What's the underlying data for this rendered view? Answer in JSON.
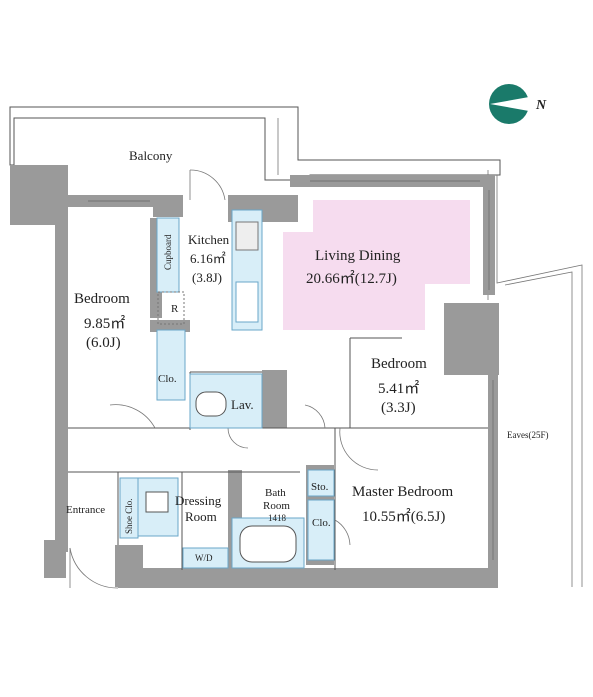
{
  "compass": {
    "label": "N"
  },
  "rooms": {
    "balcony": {
      "name": "Balcony"
    },
    "kitchen": {
      "name": "Kitchen",
      "area": "6.16㎡",
      "jo": "(3.8J)"
    },
    "cupboard": {
      "name": "Cupboard"
    },
    "refrigerator": {
      "name": "R"
    },
    "living_dining": {
      "name": "Living Dining",
      "area": "20.66㎡(12.7J)"
    },
    "bedroom_west": {
      "name": "Bedroom",
      "area": "9.85㎡",
      "jo": "(6.0J)"
    },
    "bedroom_mid": {
      "name": "Bedroom",
      "area": "5.41㎡",
      "jo": "(3.3J)"
    },
    "closet_west": {
      "name": "Clo."
    },
    "lavatory": {
      "name": "Lav."
    },
    "entrance": {
      "name": "Entrance"
    },
    "shoe_closet": {
      "name": "Shoe Clo."
    },
    "dressing_room": {
      "name": "Dressing",
      "name2": "Room"
    },
    "washer": {
      "name": "W/D"
    },
    "bath_room": {
      "name": "Bath",
      "name2": "Room",
      "size": "1418"
    },
    "storage": {
      "name": "Sto."
    },
    "closet_master": {
      "name": "Clo."
    },
    "master_bedroom": {
      "name": "Master Bedroom",
      "area": "10.55㎡(6.5J)"
    },
    "eaves": {
      "name": "Eaves(25F)"
    }
  },
  "colors": {
    "living_dining_fill": "#f6dcef",
    "compass": "#1a7a6a",
    "wall": "#9a9a9a",
    "fixture": "#d8eef8"
  }
}
